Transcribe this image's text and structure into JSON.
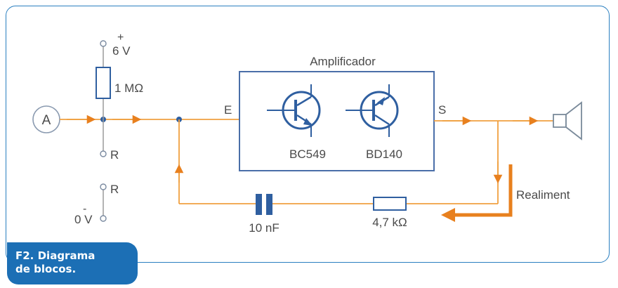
{
  "diagram": {
    "source_label": "A",
    "supply_positive_sign": "+",
    "supply_positive_label": "6 V",
    "resistor_top_label": "1 MΩ",
    "terminal_r_upper": "R",
    "terminal_r_lower": "R",
    "supply_negative_sign": "-",
    "supply_negative_label": "0 V",
    "amplifier_title": "Amplificador",
    "input_label": "E",
    "output_label": "S",
    "transistor_1_label": "BC549",
    "transistor_2_label": "BD140",
    "capacitor_label": "10 nF",
    "resistor_feedback_label": "4,7 kΩ",
    "feedback_label": "Realiment"
  },
  "caption": {
    "line1": "F2. Diagrama",
    "line2": "de blocos."
  },
  "colors": {
    "frame": "#2a7fc0",
    "caption_bg": "#1c6fb5",
    "signal_line": "#f0a040",
    "arrow": "#e8801e",
    "component_blue": "#2f5fa0",
    "wire_gray": "#9a9a9a"
  },
  "icons": [
    "transistor-npn-icon",
    "transistor-pnp-icon",
    "speaker-icon",
    "capacitor-icon",
    "resistor-icon"
  ]
}
